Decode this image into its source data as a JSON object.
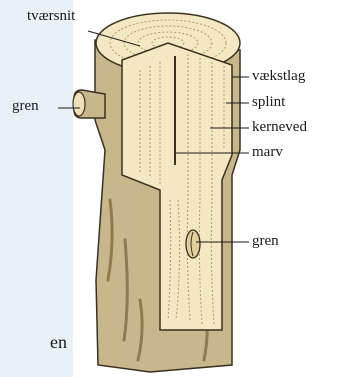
{
  "diagram": {
    "labels": {
      "cross_section": "tværsnit",
      "branch_left": "gren",
      "growth_layer": "vækstlag",
      "sapwood": "splint",
      "heartwood": "kerneved",
      "pith": "marv",
      "branch_knot": "gren"
    },
    "partial_text": "en"
  },
  "colors": {
    "background_panel": "#e8f1f8",
    "bark": "#c8b78a",
    "bark_dark": "#8f7b4f",
    "wood": "#f4e7c3",
    "wood_grain": "#b79a61",
    "outline": "#3a3020"
  }
}
